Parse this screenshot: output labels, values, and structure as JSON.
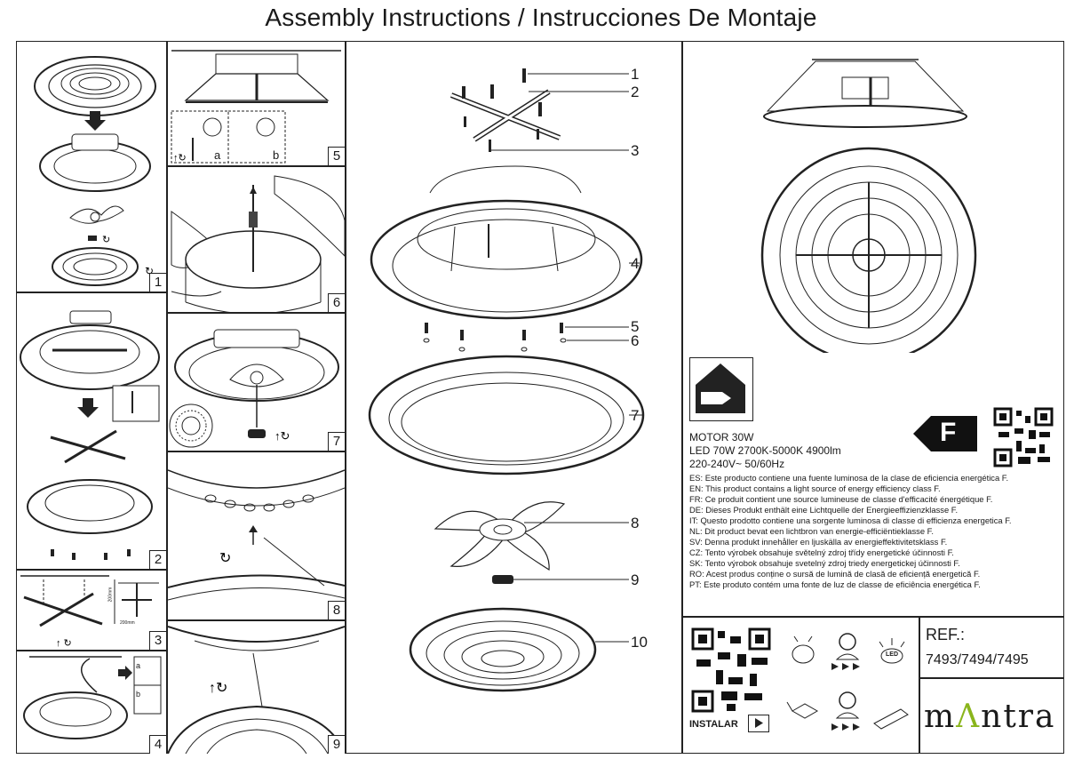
{
  "title": "Assembly Instructions / Instrucciones De Montaje",
  "steps": [
    "1",
    "2",
    "3",
    "4",
    "5",
    "6",
    "7",
    "8",
    "9"
  ],
  "step_sublabels": [
    "a",
    "b"
  ],
  "step3_dims": [
    "200mm",
    "200mm"
  ],
  "step4_sublabels": [
    "a",
    "b"
  ],
  "parts": [
    "1",
    "2",
    "3",
    "4",
    "5",
    "6",
    "7",
    "8",
    "9",
    "10"
  ],
  "specs": {
    "motor": "MOTOR 30W",
    "led": "LED 70W 2700K-5000K 4900lm",
    "voltage": "220-240V~ 50/60Hz"
  },
  "energy_class": "F",
  "energy_notes": [
    "ES: Este producto contiene una fuente luminosa de la clase de eficiencia energética F.",
    "EN: This product contains a light source of energy efficiency class F.",
    "FR: Ce produit contient une source lumineuse de classe d'efficacité énergétique F.",
    "DE: Dieses Produkt enthält eine Lichtquelle der Energieeffizienzklasse F.",
    "IT: Questo prodotto contiene una sorgente luminosa di classe di efficienza energetica F.",
    "NL: Dit product bevat een lichtbron van energie-efficiëntieklasse F.",
    "SV: Denna produkt innehåller en ljuskälla av energieffektivitetsklass F.",
    "CZ: Tento výrobek obsahuje světelný zdroj třídy energetické účinnosti F.",
    "SK: Tento výrobok obsahuje svetelný zdroj triedy energetickej účinnosti F.",
    "RO: Acest produs conține o sursă de lumină de clasă de eficiență energetică F.",
    "PT: Este produto contém uma fonte de luz de classe de eficiência energética F."
  ],
  "led_icon_text": "LED",
  "install_label": "INSTALAR",
  "ref_label": "REF.:",
  "ref_value": "7493/7494/7495",
  "brand": {
    "pre": "m",
    "mark": "Λ",
    "post": "ntra"
  },
  "colors": {
    "ink": "#1a1a1a",
    "brand_accent": "#8ab51c"
  }
}
